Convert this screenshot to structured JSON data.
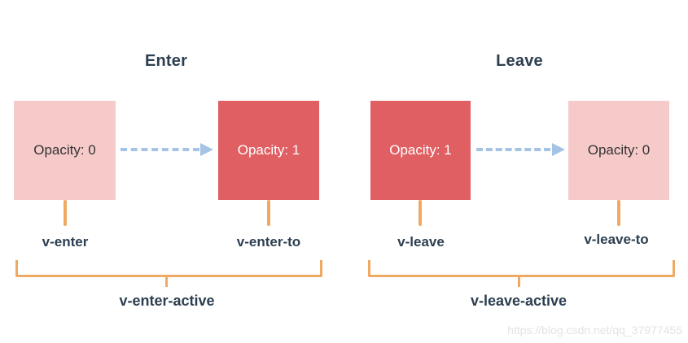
{
  "colors": {
    "background": "#ffffff",
    "faded_box": "#f7caca",
    "solid_box": "#e05f63",
    "heading_text": "#2c3e50",
    "box_text_dark": "#333333",
    "box_text_light": "#ffffff",
    "connector_orange": "#f0a963",
    "arrow_blue": "#a5c3e4",
    "watermark_gray": "#e3e3e3"
  },
  "sections": [
    {
      "title": "Enter",
      "from_box": {
        "label": "Opacity: 0"
      },
      "to_box": {
        "label": "Opacity: 1"
      },
      "from_class_label": "v-enter",
      "to_class_label": "v-enter-to",
      "active_class_label": "v-enter-active"
    },
    {
      "title": "Leave",
      "from_box": {
        "label": "Opacity: 1"
      },
      "to_box": {
        "label": "Opacity: 0"
      },
      "from_class_label": "v-leave",
      "to_class_label": "v-leave-to",
      "active_class_label": "v-leave-active"
    }
  ],
  "watermark": {
    "text": "https://blog.csdn.net/qq_37977455"
  }
}
